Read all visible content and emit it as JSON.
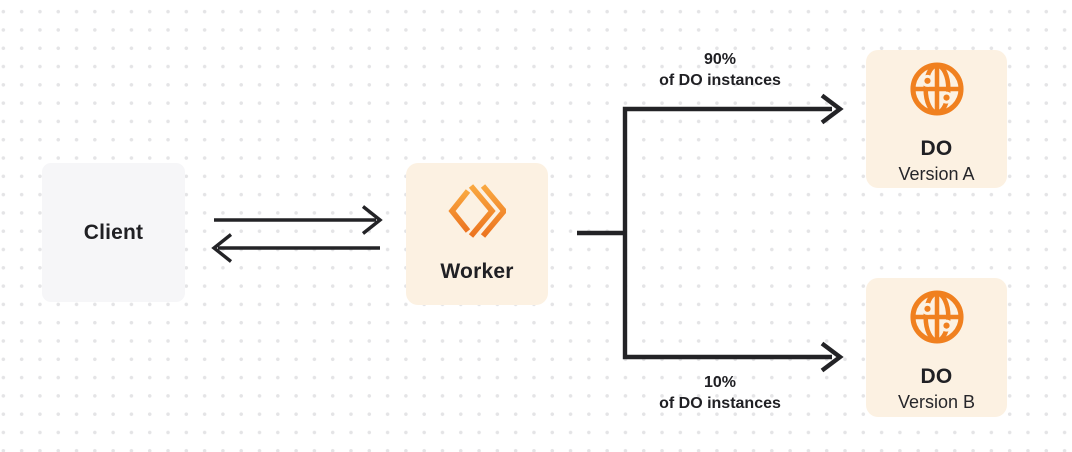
{
  "nodes": {
    "client": {
      "label": "Client"
    },
    "worker": {
      "label": "Worker"
    },
    "do_version_a": {
      "title": "DO",
      "subtitle": "Version A"
    },
    "do_version_b": {
      "title": "DO",
      "subtitle": "Version B"
    }
  },
  "labels": {
    "top_branch": {
      "percent": "90%",
      "caption": "of DO instances"
    },
    "bottom_branch": {
      "percent": "10%",
      "caption": "of DO instances"
    }
  },
  "icons": {
    "worker": "workers-brackets-icon",
    "do_version_a": "globe-icon",
    "do_version_b": "globe-icon"
  },
  "colors": {
    "orange": "#f0801f",
    "orange_light": "#f9a840",
    "orange_dark": "#ec7420",
    "node_cream": "#fcf1e2",
    "node_gray": "#f6f6f8",
    "line": "#232326",
    "text": "#202024",
    "grid_dot": "#e4e4e6",
    "background": "#ffffff"
  }
}
